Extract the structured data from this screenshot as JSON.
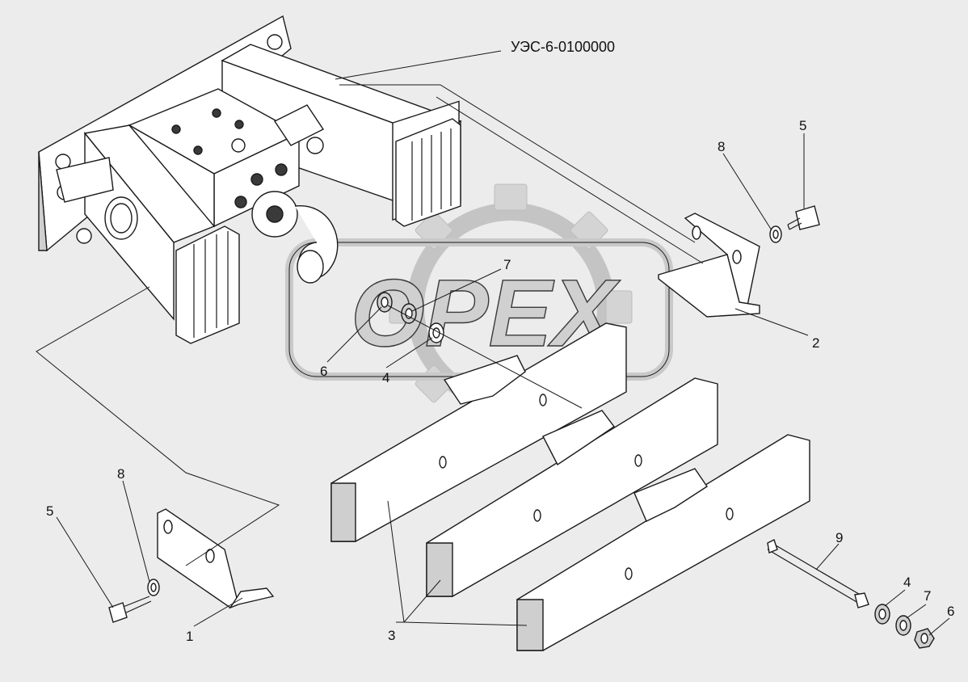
{
  "assembly": {
    "code": "УЭС-6-0100000"
  },
  "watermark": {
    "text": "OPEX",
    "color": "#c8c8c8"
  },
  "callouts": {
    "c1": "1",
    "c2": "2",
    "c3": "3",
    "c4a": "4",
    "c4b": "4",
    "c5a": "5",
    "c5b": "5",
    "c6a": "6",
    "c6b": "6",
    "c7a": "7",
    "c7b": "7",
    "c8a": "8",
    "c8b": "8",
    "c9": "9"
  }
}
